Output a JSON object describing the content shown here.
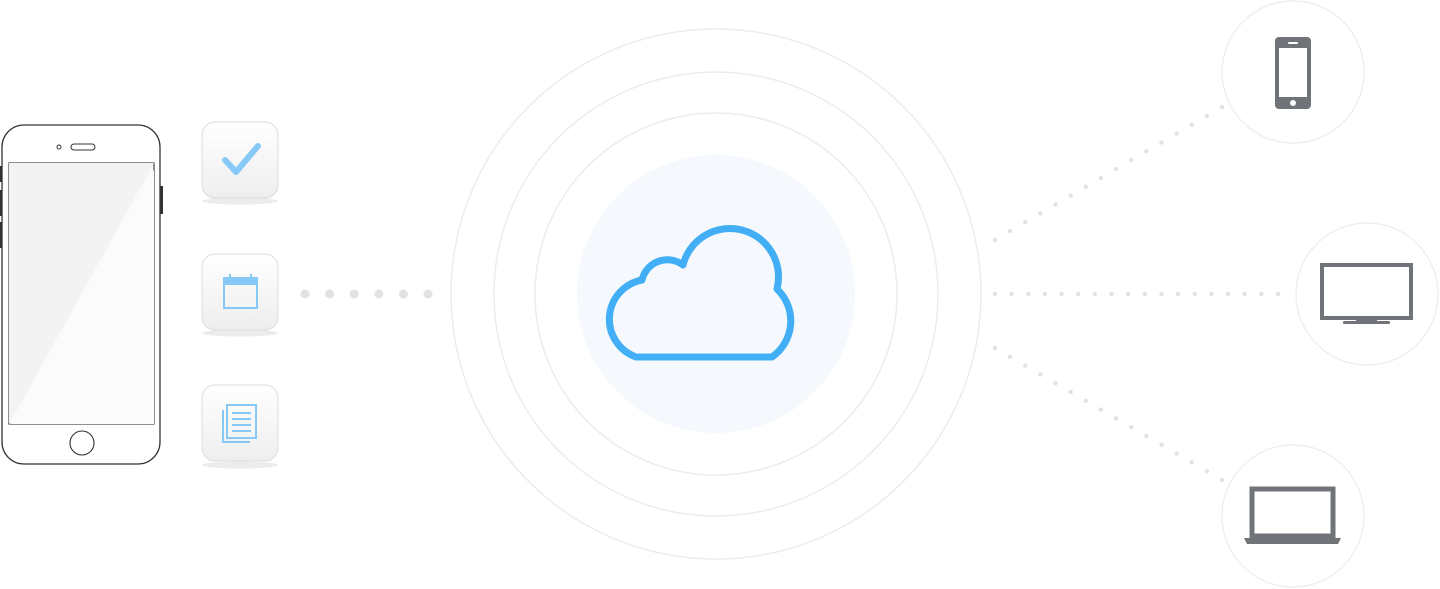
{
  "diagram": {
    "source_device": {
      "icon": "iphone-outline-icon"
    },
    "synced_apps": [
      {
        "name": "reminders",
        "icon": "checkmark-icon"
      },
      {
        "name": "calendar",
        "icon": "calendar-icon"
      },
      {
        "name": "notes",
        "icon": "document-icon"
      }
    ],
    "hub": {
      "icon": "cloud-icon"
    },
    "target_devices": [
      {
        "name": "phone",
        "icon": "smartphone-icon"
      },
      {
        "name": "tv",
        "icon": "monitor-icon"
      },
      {
        "name": "laptop",
        "icon": "laptop-icon"
      }
    ]
  },
  "colors": {
    "accent": "#42aef5",
    "accent_light": "#86c9f7",
    "hub_fill": "#f5f9fd",
    "device_gray": "#707478",
    "ring": "#e9e9e9",
    "dots": "#e2e2e2",
    "phone_outline": "#333333"
  }
}
